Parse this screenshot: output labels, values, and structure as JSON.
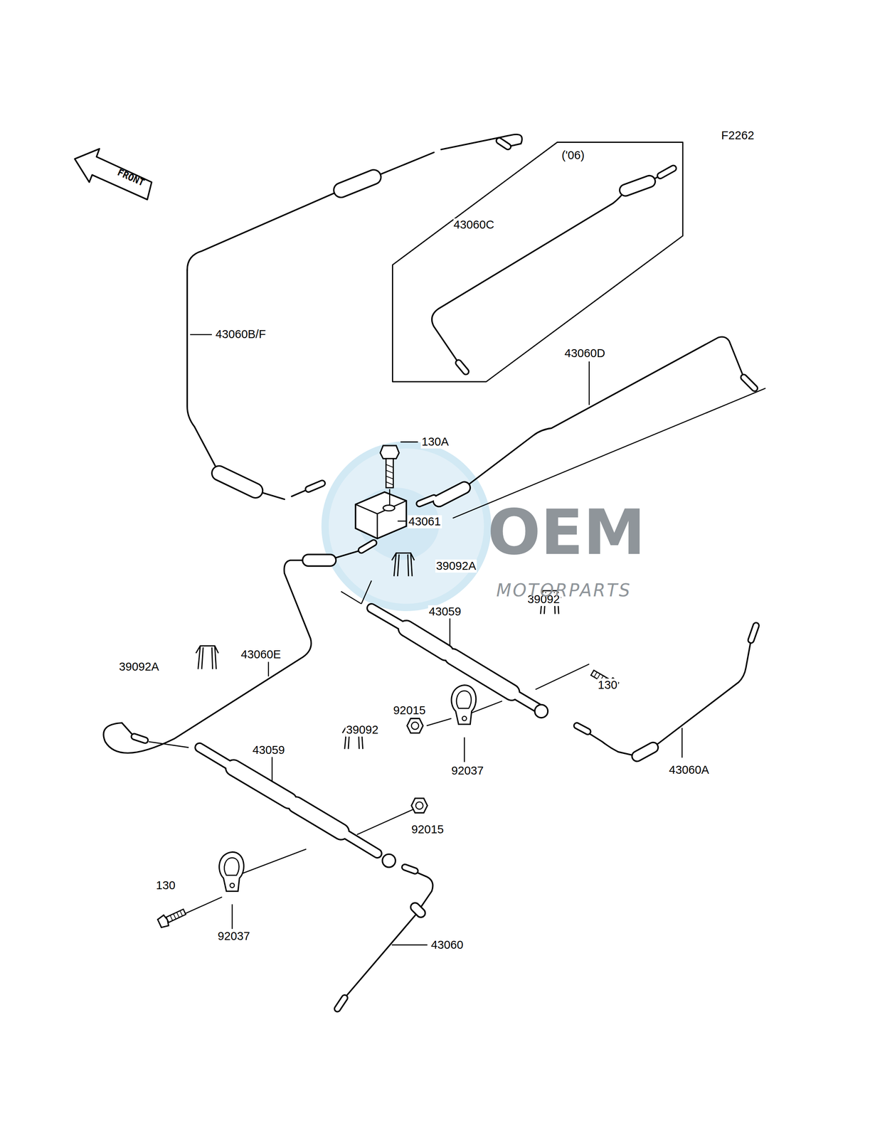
{
  "diagram": {
    "nodes": [
      {
        "text": [
          "FRONT"
        ]
      },
      {
        "text": [
          "('06)",
          "43060C"
        ]
      }
    ],
    "labels": [
      "F2262",
      "43060D",
      "43060B/F",
      "130A",
      "43061",
      "39092A",
      "39092",
      "43059",
      "130",
      "39092A",
      "43060E",
      "92015",
      "92037",
      "43060A",
      "39092",
      "43059",
      "92015",
      "130",
      "92037",
      "43060",
      "OEM",
      "MOTORPARTS"
    ]
  }
}
